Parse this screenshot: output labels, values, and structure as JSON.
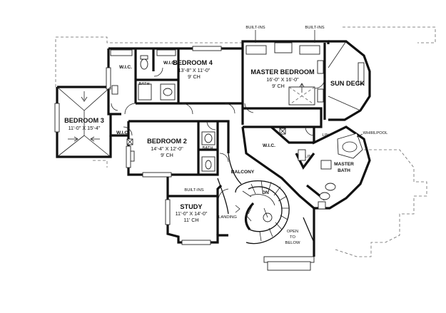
{
  "rooms": {
    "bedroom4": {
      "name": "BEDROOM 4",
      "size": "13'-8\" X 11'-0\"",
      "ceiling": "9' CH"
    },
    "bedroom3": {
      "name": "BEDROOM 3",
      "size": "11'-0\" X 15'-4\""
    },
    "bedroom2": {
      "name": "BEDROOM 2",
      "size": "14'-4\" X 12'-0\"",
      "ceiling": "9' CH"
    },
    "master_bedroom": {
      "name": "MASTER BEDROOM",
      "size": "16'-0\" X 16'-0\"",
      "ceiling": "9' CH"
    },
    "study": {
      "name": "STUDY",
      "size": "11'-0\" X 14'-0\"",
      "ceiling": "11' CH"
    },
    "sun_deck": {
      "name": "SUN DECK"
    },
    "master_bath": {
      "name_line1": "MASTER",
      "name_line2": "BATH"
    }
  },
  "labels": {
    "wic_1": "W.I.C.",
    "wic_2": "W.I.C.",
    "wic_3": "W.I.C.",
    "wic_4": "W.I.C.",
    "bath_1": "BATH",
    "bath_2": "BATH",
    "built_ins_1": "BUILT-INS",
    "built_ins_2": "BUILT-INS",
    "built_ins_3": "BUILT-INS",
    "whirlpool": "WHIRLPOOL",
    "lin_1": "LIN",
    "lin_2": "LIN",
    "balcony": "BALCONY",
    "landing": "LANDING",
    "dn": "DN",
    "open_line1": "OPEN",
    "open_line2": "TO",
    "open_line3": "BELOW"
  }
}
